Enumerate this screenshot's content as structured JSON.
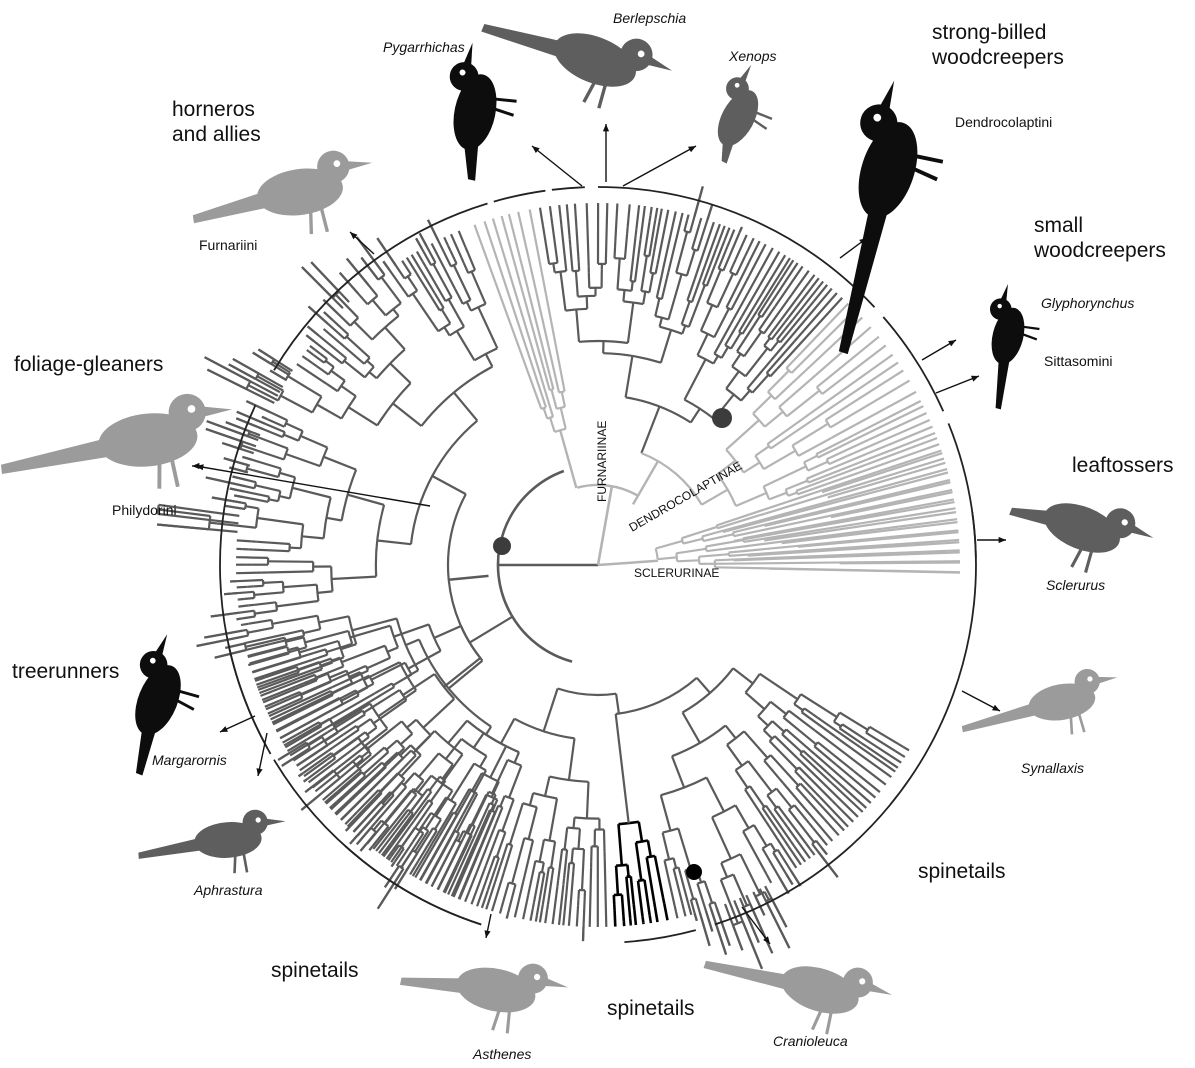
{
  "groups": {
    "horneros": "horneros\nand allies",
    "strong_billed": "strong-billed\nwoodcreepers",
    "small_woodcreepers": "small\nwoodcreepers",
    "foliage_gleaners": "foliage-gleaners",
    "leaftossers": "leaftossers",
    "treerunners": "treerunners",
    "spinetails_right": "spinetails",
    "spinetails_bottom_left": "spinetails",
    "spinetails_bottom": "spinetails"
  },
  "tribes": {
    "furnariini": "Furnariini",
    "dendrocolaptini": "Dendrocolaptini",
    "sittasomini": "Sittasomini",
    "philydorini": "Philydorini"
  },
  "genera": {
    "pygarrhichas": "Pygarrhichas",
    "berlepschia": "Berlepschia",
    "xenops": "Xenops",
    "glyphorynchus": "Glyphorynchus",
    "sclerurus": "Sclerurus",
    "synallaxis": "Synallaxis",
    "margarornis": "Margarornis",
    "aphrastura": "Aphrastura",
    "asthenes": "Asthenes",
    "cranioleuca": "Cranioleuca"
  },
  "subfamilies": {
    "furnariinae": "FURNARIINAE",
    "dendrocolaptinae": "DENDROCOLAPTINAE",
    "sclerurinae": "SCLERURINAE"
  },
  "colors": {
    "furnariinae_branch": "#5a5a5a",
    "light_branch": "#b4b4b4",
    "cranioleuca_branch": "#000000",
    "bird_black": "#0d0d0d",
    "bird_dark": "#5e5e5e",
    "bird_light": "#9b9b9b",
    "node": "#3c3c3c"
  },
  "icons": [
    "bird-silhouette-icon",
    "node-marker-icon",
    "pointer-arrow-icon"
  ]
}
